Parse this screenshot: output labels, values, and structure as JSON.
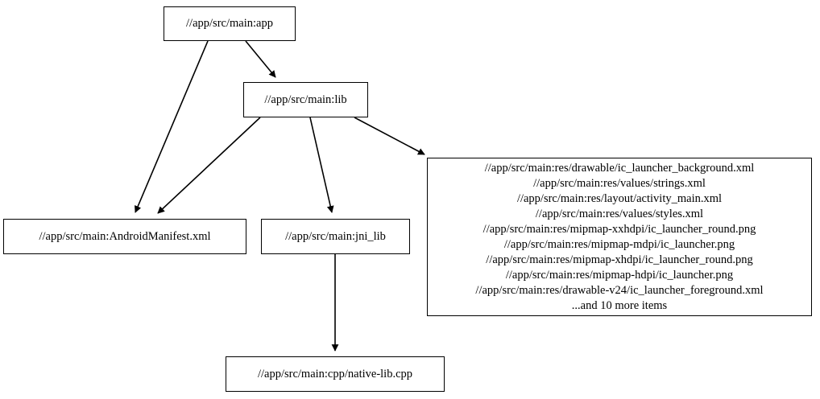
{
  "graph": {
    "type": "dependency-graph",
    "title": "",
    "nodes": [
      {
        "id": "app",
        "label": "//app/src/main:app"
      },
      {
        "id": "lib",
        "label": "//app/src/main:lib"
      },
      {
        "id": "manifest",
        "label": "//app/src/main:AndroidManifest.xml"
      },
      {
        "id": "jni",
        "label": "//app/src/main:jni_lib"
      },
      {
        "id": "cpp",
        "label": "//app/src/main:cpp/native-lib.cpp"
      },
      {
        "id": "res",
        "label": "//app/src/main:res/drawable/ic_launcher_background.xml\n//app/src/main:res/values/strings.xml\n//app/src/main:res/layout/activity_main.xml\n//app/src/main:res/values/styles.xml\n//app/src/main:res/mipmap-xxhdpi/ic_launcher_round.png\n//app/src/main:res/mipmap-mdpi/ic_launcher.png\n//app/src/main:res/mipmap-xhdpi/ic_launcher_round.png\n//app/src/main:res/mipmap-hdpi/ic_launcher.png\n//app/src/main:res/drawable-v24/ic_launcher_foreground.xml\n...and 10 more items",
        "lines": [
          "//app/src/main:res/drawable/ic_launcher_background.xml",
          "//app/src/main:res/values/strings.xml",
          "//app/src/main:res/layout/activity_main.xml",
          "//app/src/main:res/values/styles.xml",
          "//app/src/main:res/mipmap-xxhdpi/ic_launcher_round.png",
          "//app/src/main:res/mipmap-mdpi/ic_launcher.png",
          "//app/src/main:res/mipmap-xhdpi/ic_launcher_round.png",
          "//app/src/main:res/mipmap-hdpi/ic_launcher.png",
          "//app/src/main:res/drawable-v24/ic_launcher_foreground.xml",
          "...and 10 more items"
        ]
      }
    ],
    "edges": [
      {
        "from": "app",
        "to": "lib"
      },
      {
        "from": "app",
        "to": "manifest"
      },
      {
        "from": "lib",
        "to": "manifest"
      },
      {
        "from": "lib",
        "to": "jni"
      },
      {
        "from": "lib",
        "to": "res"
      },
      {
        "from": "jni",
        "to": "cpp"
      }
    ],
    "colors": {
      "node_border": "#000000",
      "node_fill": "#ffffff",
      "edge": "#000000",
      "text": "#000000",
      "background": "#ffffff"
    }
  }
}
